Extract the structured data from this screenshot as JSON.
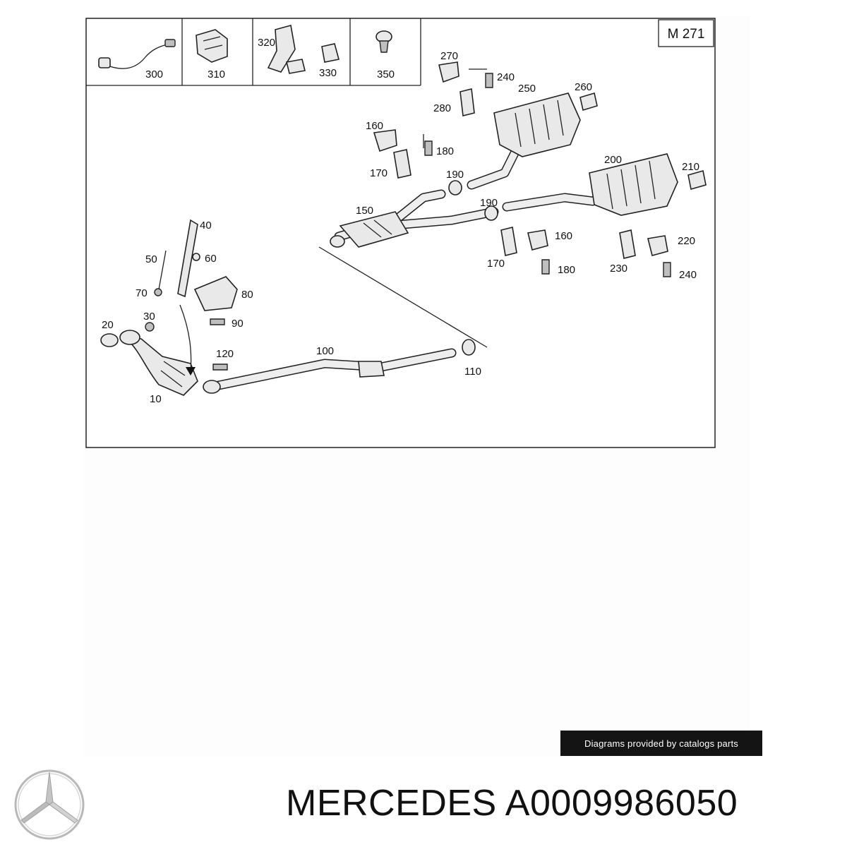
{
  "diagram": {
    "engine_code": "M 271",
    "labels": {
      "p300": "300",
      "p310": "310",
      "p320": "320",
      "p330": "330",
      "p350": "350",
      "p270": "270",
      "p240a": "240",
      "p250": "250",
      "p260": "260",
      "p280": "280",
      "p160a": "160",
      "p180a": "180",
      "p170a": "170",
      "p190a": "190",
      "p200": "200",
      "p210": "210",
      "p150": "150",
      "p190b": "190",
      "p160b": "160",
      "p170b": "170",
      "p180b": "180",
      "p230": "230",
      "p220": "220",
      "p240b": "240",
      "p40": "40",
      "p50": "50",
      "p60": "60",
      "p70": "70",
      "p80": "80",
      "p90": "90",
      "p20": "20",
      "p30": "30",
      "p10": "10",
      "p120": "120",
      "p100": "100",
      "p110": "110"
    }
  },
  "credit_text": "Diagrams provided by catalogs parts",
  "brand_logo": "mercedes-star-logo",
  "caption": {
    "brand": "MERCEDES",
    "part_number": "A0009986050"
  }
}
